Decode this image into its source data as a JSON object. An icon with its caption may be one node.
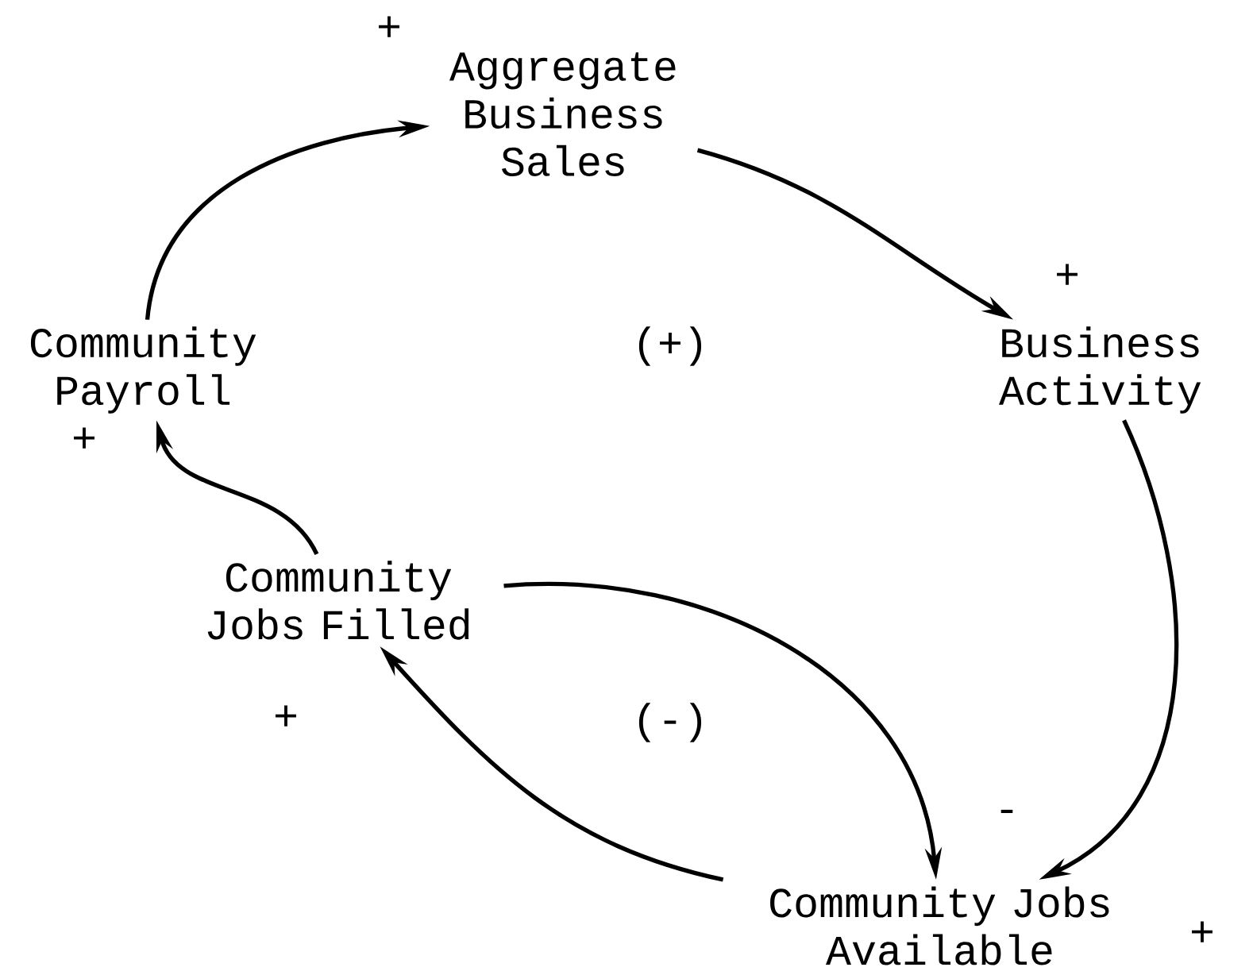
{
  "diagram": {
    "nodes": [
      {
        "text": [
          "Aggregate Business Sales"
        ]
      },
      {
        "text": [
          "Community Payroll"
        ]
      },
      {
        "text": [
          "Business Activity"
        ]
      },
      {
        "text": [
          "Community Jobs Filled"
        ]
      },
      {
        "text": [
          "Community Jobs Available"
        ]
      }
    ],
    "edges": [
      {
        "from": 1,
        "to": 0,
        "arrow": "to",
        "label": "+"
      },
      {
        "from": 0,
        "to": 2,
        "arrow": "to",
        "label": "+"
      },
      {
        "from": 2,
        "to": 4,
        "arrow": "to",
        "label": "+"
      },
      {
        "from": 4,
        "to": 3,
        "arrow": "to",
        "label": "+"
      },
      {
        "from": 3,
        "to": 4,
        "arrow": "to",
        "label": "-"
      },
      {
        "from": 3,
        "to": 1,
        "arrow": "to",
        "label": "+"
      }
    ],
    "labels": [
      "(+)",
      "(-)"
    ]
  }
}
